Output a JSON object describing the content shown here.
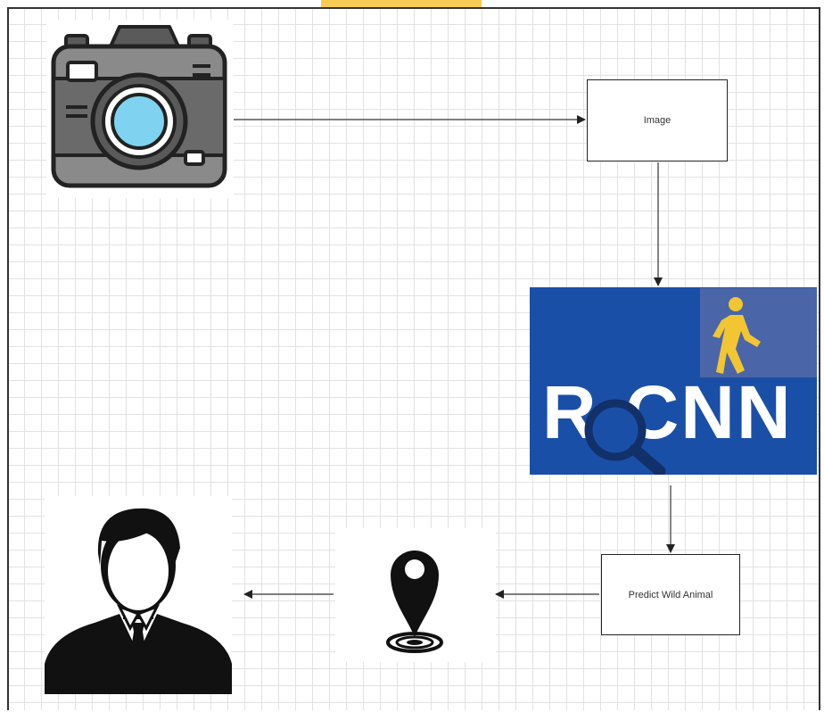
{
  "nodes": {
    "image_label": "Image",
    "predict_label": "Predict Wild Animal",
    "rcnn_text": "R-CNN"
  },
  "icons": {
    "camera": "camera-icon",
    "location": "location-pin-icon",
    "person": "person-icon",
    "pedestrian": "pedestrian-icon",
    "magnifier": "magnifier-icon"
  },
  "colors": {
    "rcnn_background": "#1a4fa8",
    "pedestrian": "#f2c533",
    "camera_lens": "#7fd3f0",
    "grid": "#e2e2e2"
  }
}
